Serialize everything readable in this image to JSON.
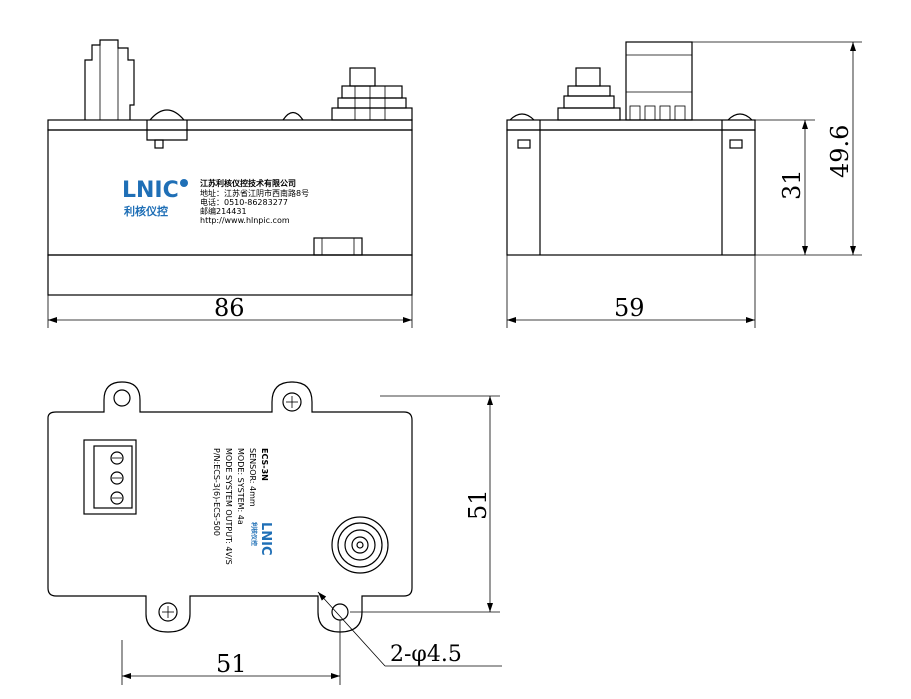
{
  "dimensions": {
    "front_width": "86",
    "side_width": "59",
    "side_height_total": "49.6",
    "side_height_body": "31",
    "top_height": "51",
    "top_hole_spacing": "51",
    "hole_spec": "2-φ4.5"
  },
  "front_label": {
    "company": "江苏利核仪控技术有限公司",
    "address": "地址：江苏省江阴市西南路8号",
    "phone": "电话：0510-86283277",
    "postcode": "邮编214431",
    "website": "http://www.hlnpic.com"
  },
  "brand": {
    "logo_text": "LNIC",
    "cn_name": "利核仪控",
    "color": "#1f6fb6"
  },
  "top_label": {
    "model": "ECS-3N",
    "line1": "SENSOR: 4mm",
    "line2": "MODE: SYSTEM: 4a",
    "line3": "MODE SYSTEM OUTPUT: 4V/S",
    "line4": "P/N:ECS-3(6)-ECS-500"
  }
}
